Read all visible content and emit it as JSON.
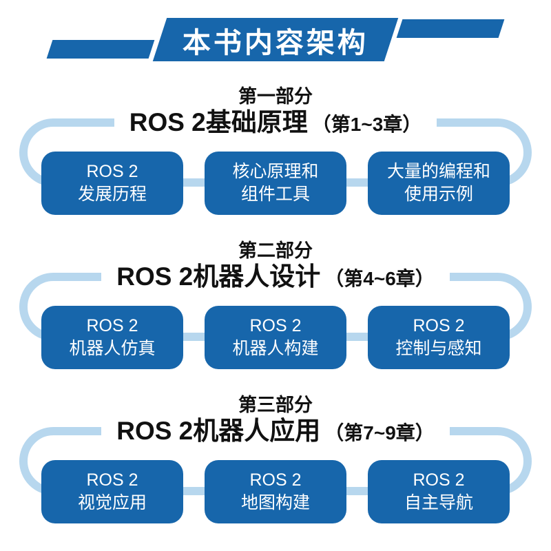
{
  "banner": {
    "title": "本书内容架构"
  },
  "colors": {
    "primary": "#1766ab",
    "track": "#b7d7ee",
    "text_dark": "#111111",
    "box_text": "#ffffff"
  },
  "sections": [
    {
      "part_label": "第一部分",
      "heading": "ROS 2基础原理",
      "chapters": "（第1~3章）",
      "boxes": [
        {
          "line1": "ROS 2",
          "line2": "发展历程"
        },
        {
          "line1": "核心原理和",
          "line2": "组件工具"
        },
        {
          "line1": "大量的编程和",
          "line2": "使用示例"
        }
      ]
    },
    {
      "part_label": "第二部分",
      "heading": "ROS 2机器人设计",
      "chapters": "（第4~6章）",
      "boxes": [
        {
          "line1": "ROS 2",
          "line2": "机器人仿真"
        },
        {
          "line1": "ROS 2",
          "line2": "机器人构建"
        },
        {
          "line1": "ROS 2",
          "line2": "控制与感知"
        }
      ]
    },
    {
      "part_label": "第三部分",
      "heading": "ROS 2机器人应用",
      "chapters": "（第7~9章）",
      "boxes": [
        {
          "line1": "ROS 2",
          "line2": "视觉应用"
        },
        {
          "line1": "ROS 2",
          "line2": "地图构建"
        },
        {
          "line1": "ROS 2",
          "line2": "自主导航"
        }
      ]
    }
  ]
}
